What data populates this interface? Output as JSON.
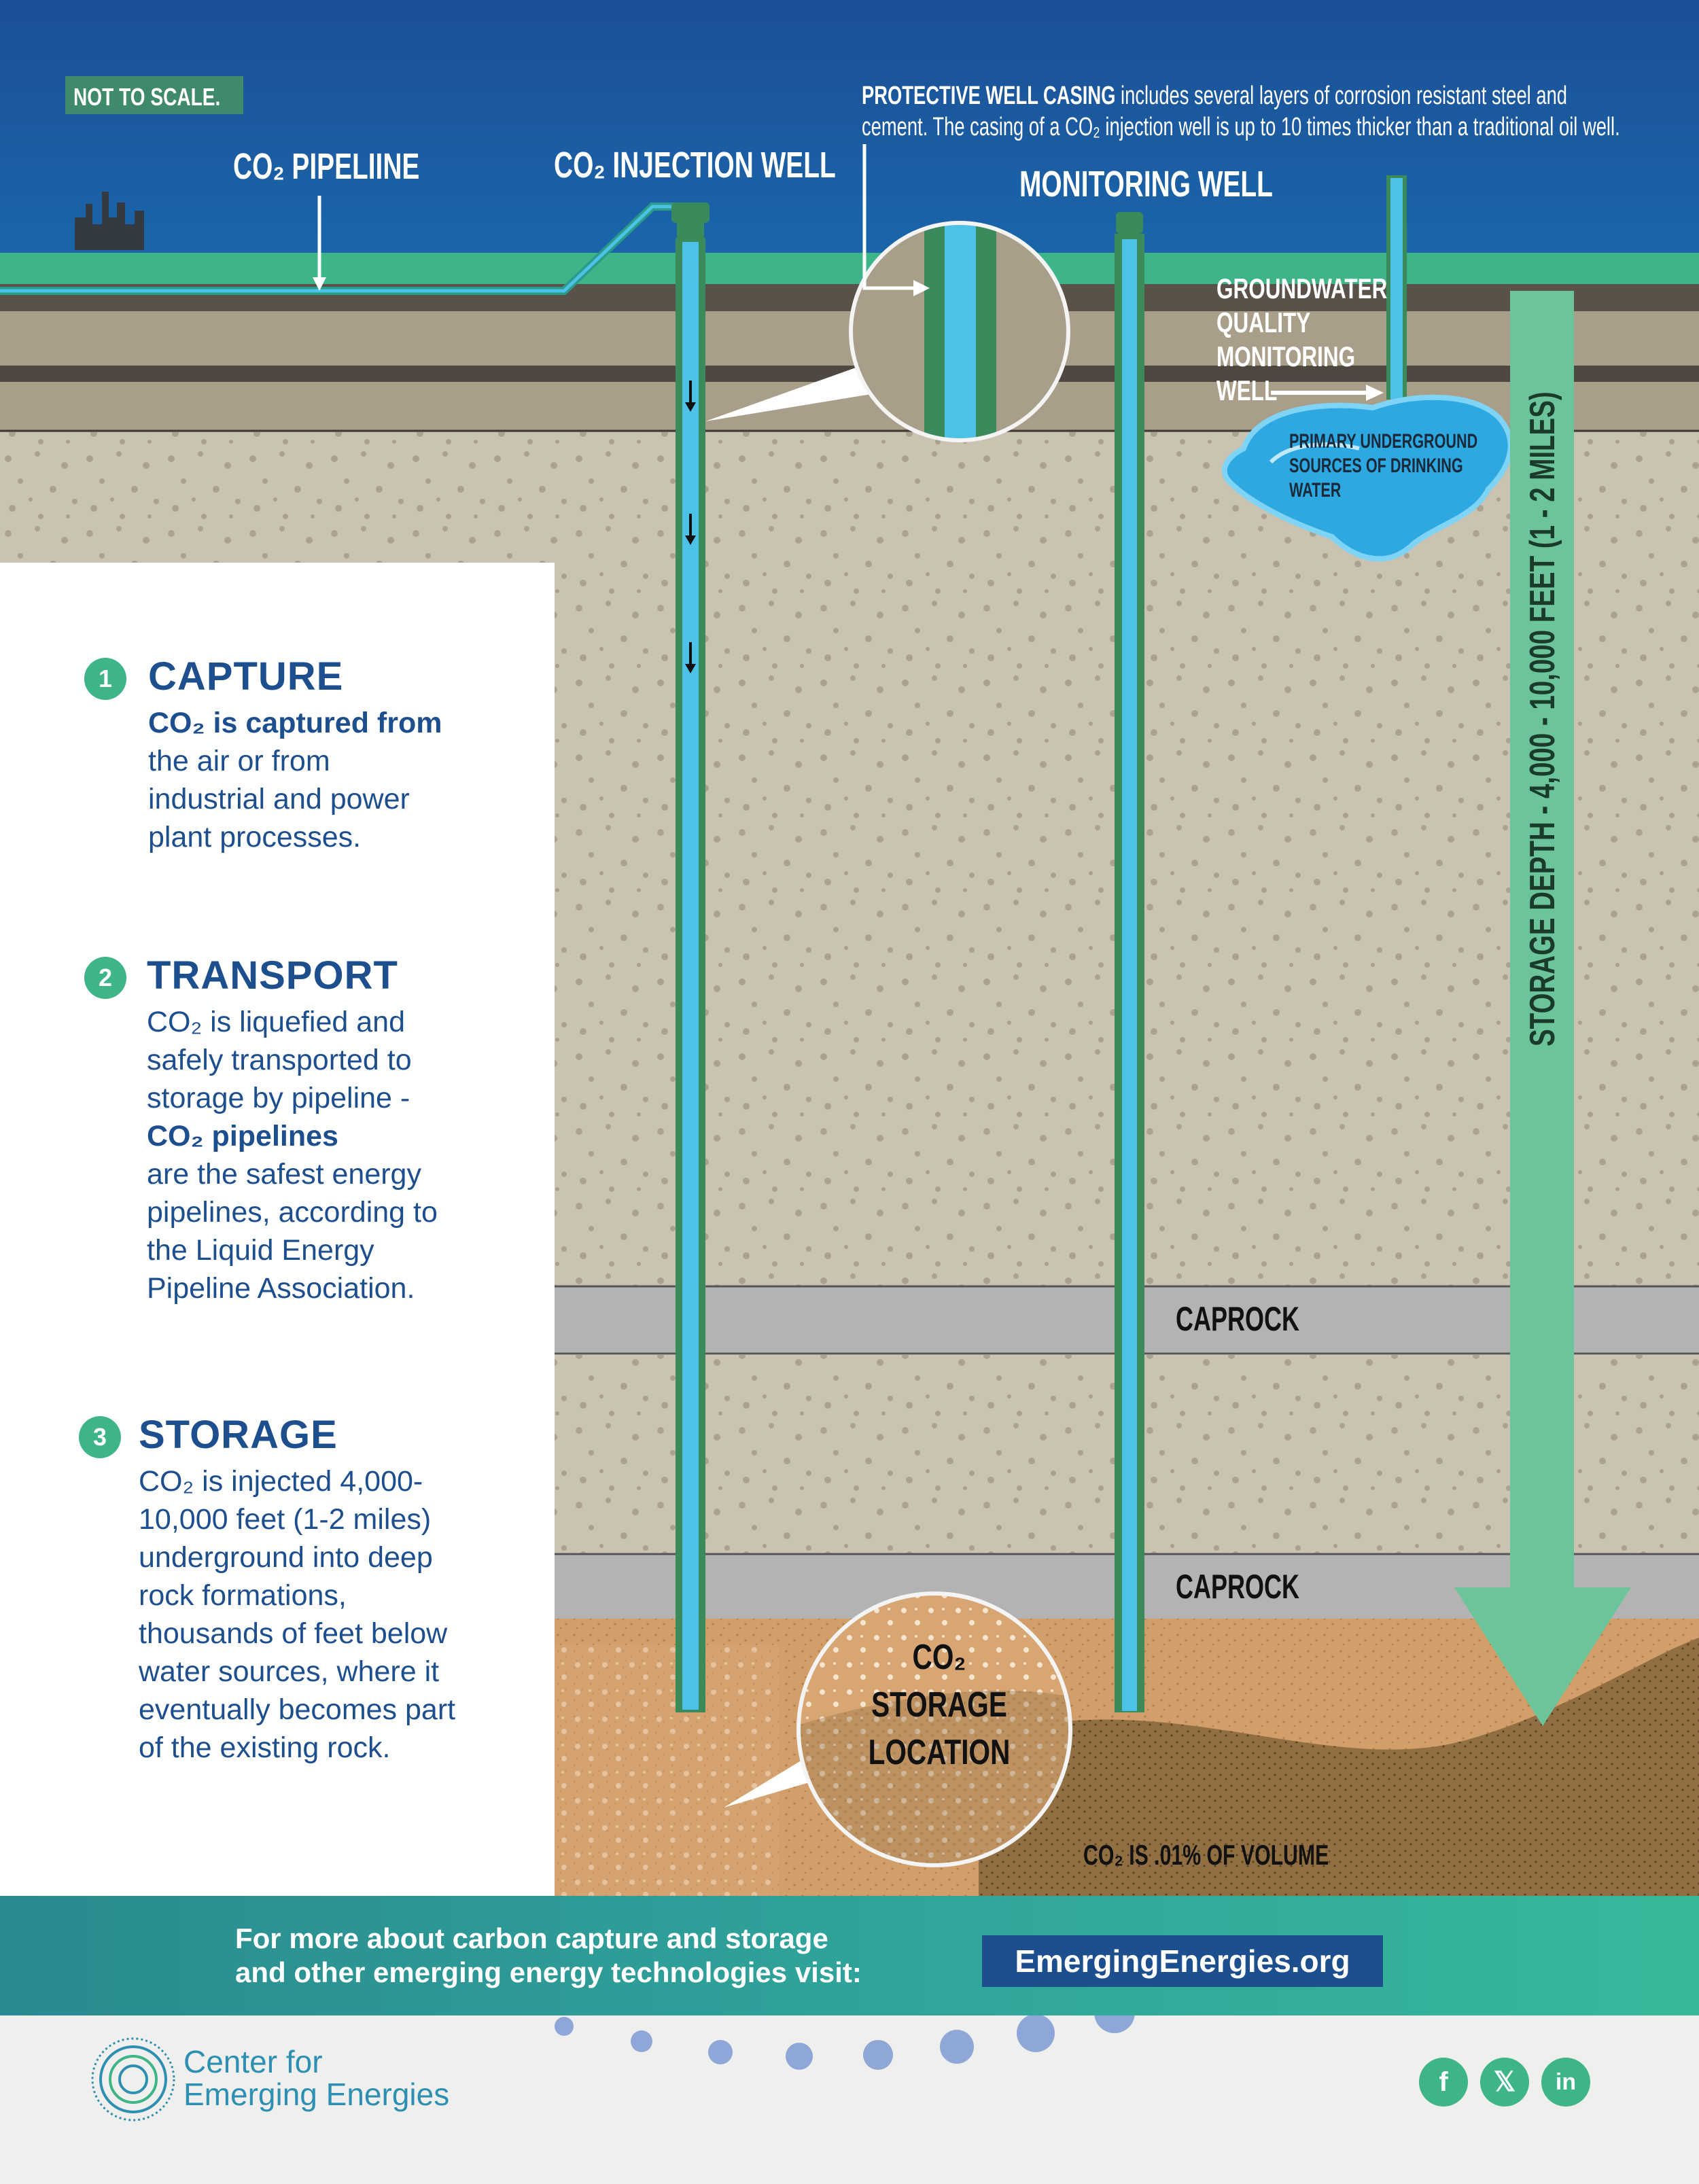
{
  "scale_note": "NOT TO SCALE.",
  "labels": {
    "pipeline": "CO₂ PIPELIINE",
    "injection_well": "CO₂ INJECTION WELL",
    "monitoring_well": "MONITORING WELL",
    "casing_title": "PROTECTIVE WELL CASING",
    "casing_text_1": " includes several layers of corrosion resistant steel and",
    "casing_text_2": "cement. The casing of a CO₂ injection well is up to 10 times thicker than a traditional oil well.",
    "groundwater_1": "GROUNDWATER",
    "groundwater_2": "QUALITY",
    "groundwater_3": "MONITORING",
    "groundwater_4": "WELL",
    "water_1": "PRIMARY UNDERGROUND",
    "water_2": "SOURCES OF DRINKING",
    "water_3": "WATER",
    "caprock_upper": "CAPROCK",
    "caprock_lower": "CAPROCK",
    "storage_location_1": "CO₂ STORAGE",
    "storage_location_2": "LOCATION",
    "volume_note": "CO₂ IS .01% OF VOLUME",
    "depth_arrow": "STORAGE DEPTH - 4,000 - 10,000 FEET (1 - 2 MILES)"
  },
  "steps": [
    {
      "num": "1",
      "title": "CAPTURE",
      "body": [
        "CO₂ is captured from",
        "the air or from",
        "industrial and power",
        "plant processes."
      ]
    },
    {
      "num": "2",
      "title": "TRANSPORT",
      "body": [
        "CO₂ is liquefied and",
        "safely transported to",
        "storage by pipeline -",
        "CO₂ pipelines",
        "are the safest energy",
        "pipelines, according to",
        "the Liquid Energy",
        "Pipeline Association."
      ]
    },
    {
      "num": "3",
      "title": "STORAGE",
      "body": [
        "CO₂ is injected 4,000-",
        "10,000 feet (1-2 miles)",
        "underground into deep",
        "rock formations,",
        "thousands of feet below",
        "water sources, where it",
        "eventually becomes part",
        "of the existing rock."
      ]
    }
  ],
  "footer": {
    "cta_line1": "For more about carbon capture and storage",
    "cta_line2": "and other emerging energy technologies visit:",
    "link": "EmergingEnergies.org",
    "org_line1": "Center for",
    "org_line2": "Emerging Energies",
    "social": [
      "facebook-icon",
      "x-icon",
      "linkedin-icon"
    ]
  },
  "colors": {
    "sky": "#1d5a9e",
    "ground_top": "#3eb489",
    "well": "#4cc3e6",
    "casing": "#3a8a5c",
    "depth_arrow": "#6cc49a",
    "text_blue": "#1d4f8f"
  }
}
